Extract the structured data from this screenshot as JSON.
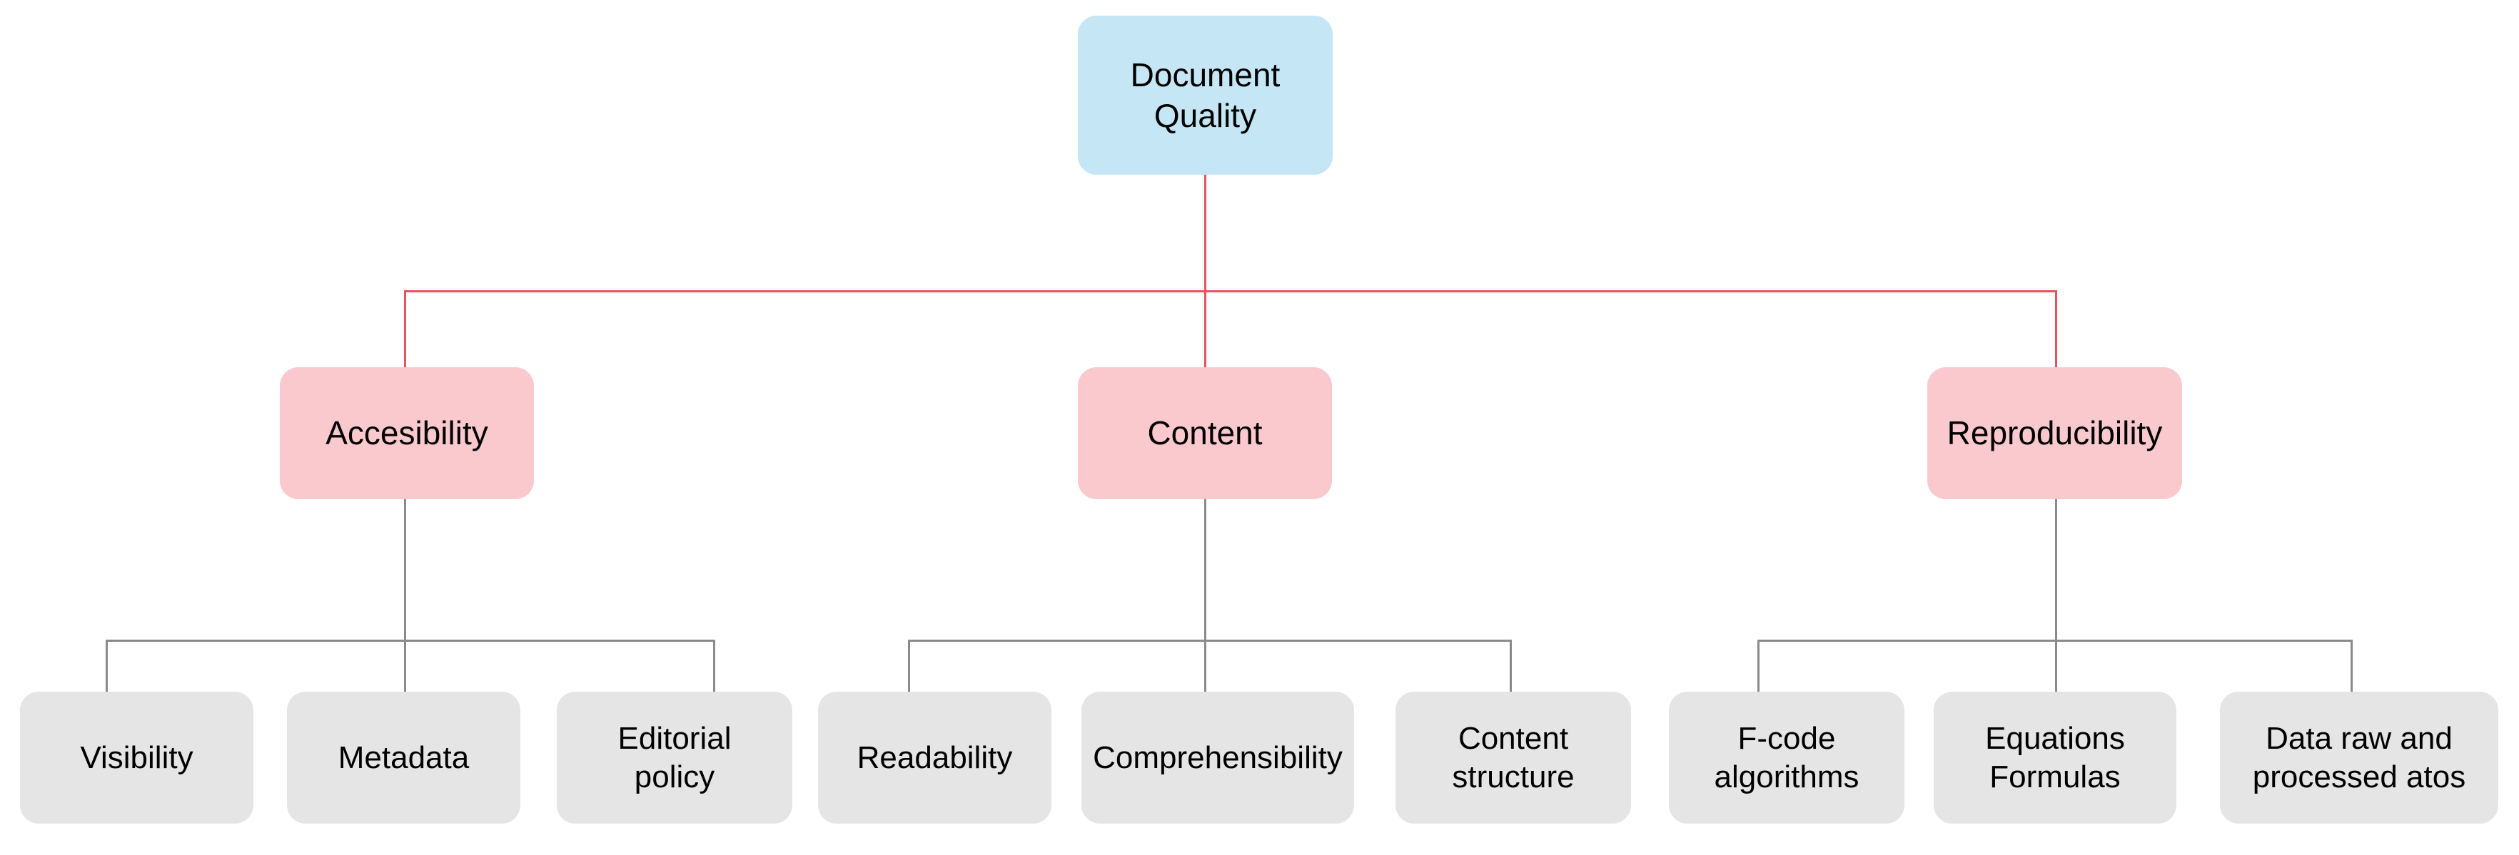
{
  "diagram": {
    "title": "Document Quality",
    "type": "hierarchy-tree",
    "levels": 3,
    "colors": {
      "root_fill": "#c5e6f5",
      "category_fill": "#fac9ce",
      "leaf_fill": "#e5e5e5",
      "root_edge_line": "#e8525c",
      "category_edge_line": "#8a8a8a",
      "text": "#000000",
      "background": "#ffffff"
    },
    "root": {
      "label": "Document\nQuality"
    },
    "categories": [
      {
        "label": "Accesibility"
      },
      {
        "label": "Content"
      },
      {
        "label": "Reproducibility"
      }
    ],
    "leaves": [
      {
        "label": "Visibility",
        "parent": "Accesibility"
      },
      {
        "label": "Metadata",
        "parent": "Accesibility"
      },
      {
        "label": "Editorial\npolicy",
        "parent": "Accesibility"
      },
      {
        "label": "Readability",
        "parent": "Content"
      },
      {
        "label": "Comprehensibility",
        "parent": "Content"
      },
      {
        "label": "Content\nstructure",
        "parent": "Content"
      },
      {
        "label": "F-code\nalgorithms",
        "parent": "Reproducibility"
      },
      {
        "label": "Equations\nFormulas",
        "parent": "Reproducibility"
      },
      {
        "label": "Data raw and\nprocessed atos",
        "parent": "Reproducibility"
      }
    ]
  }
}
